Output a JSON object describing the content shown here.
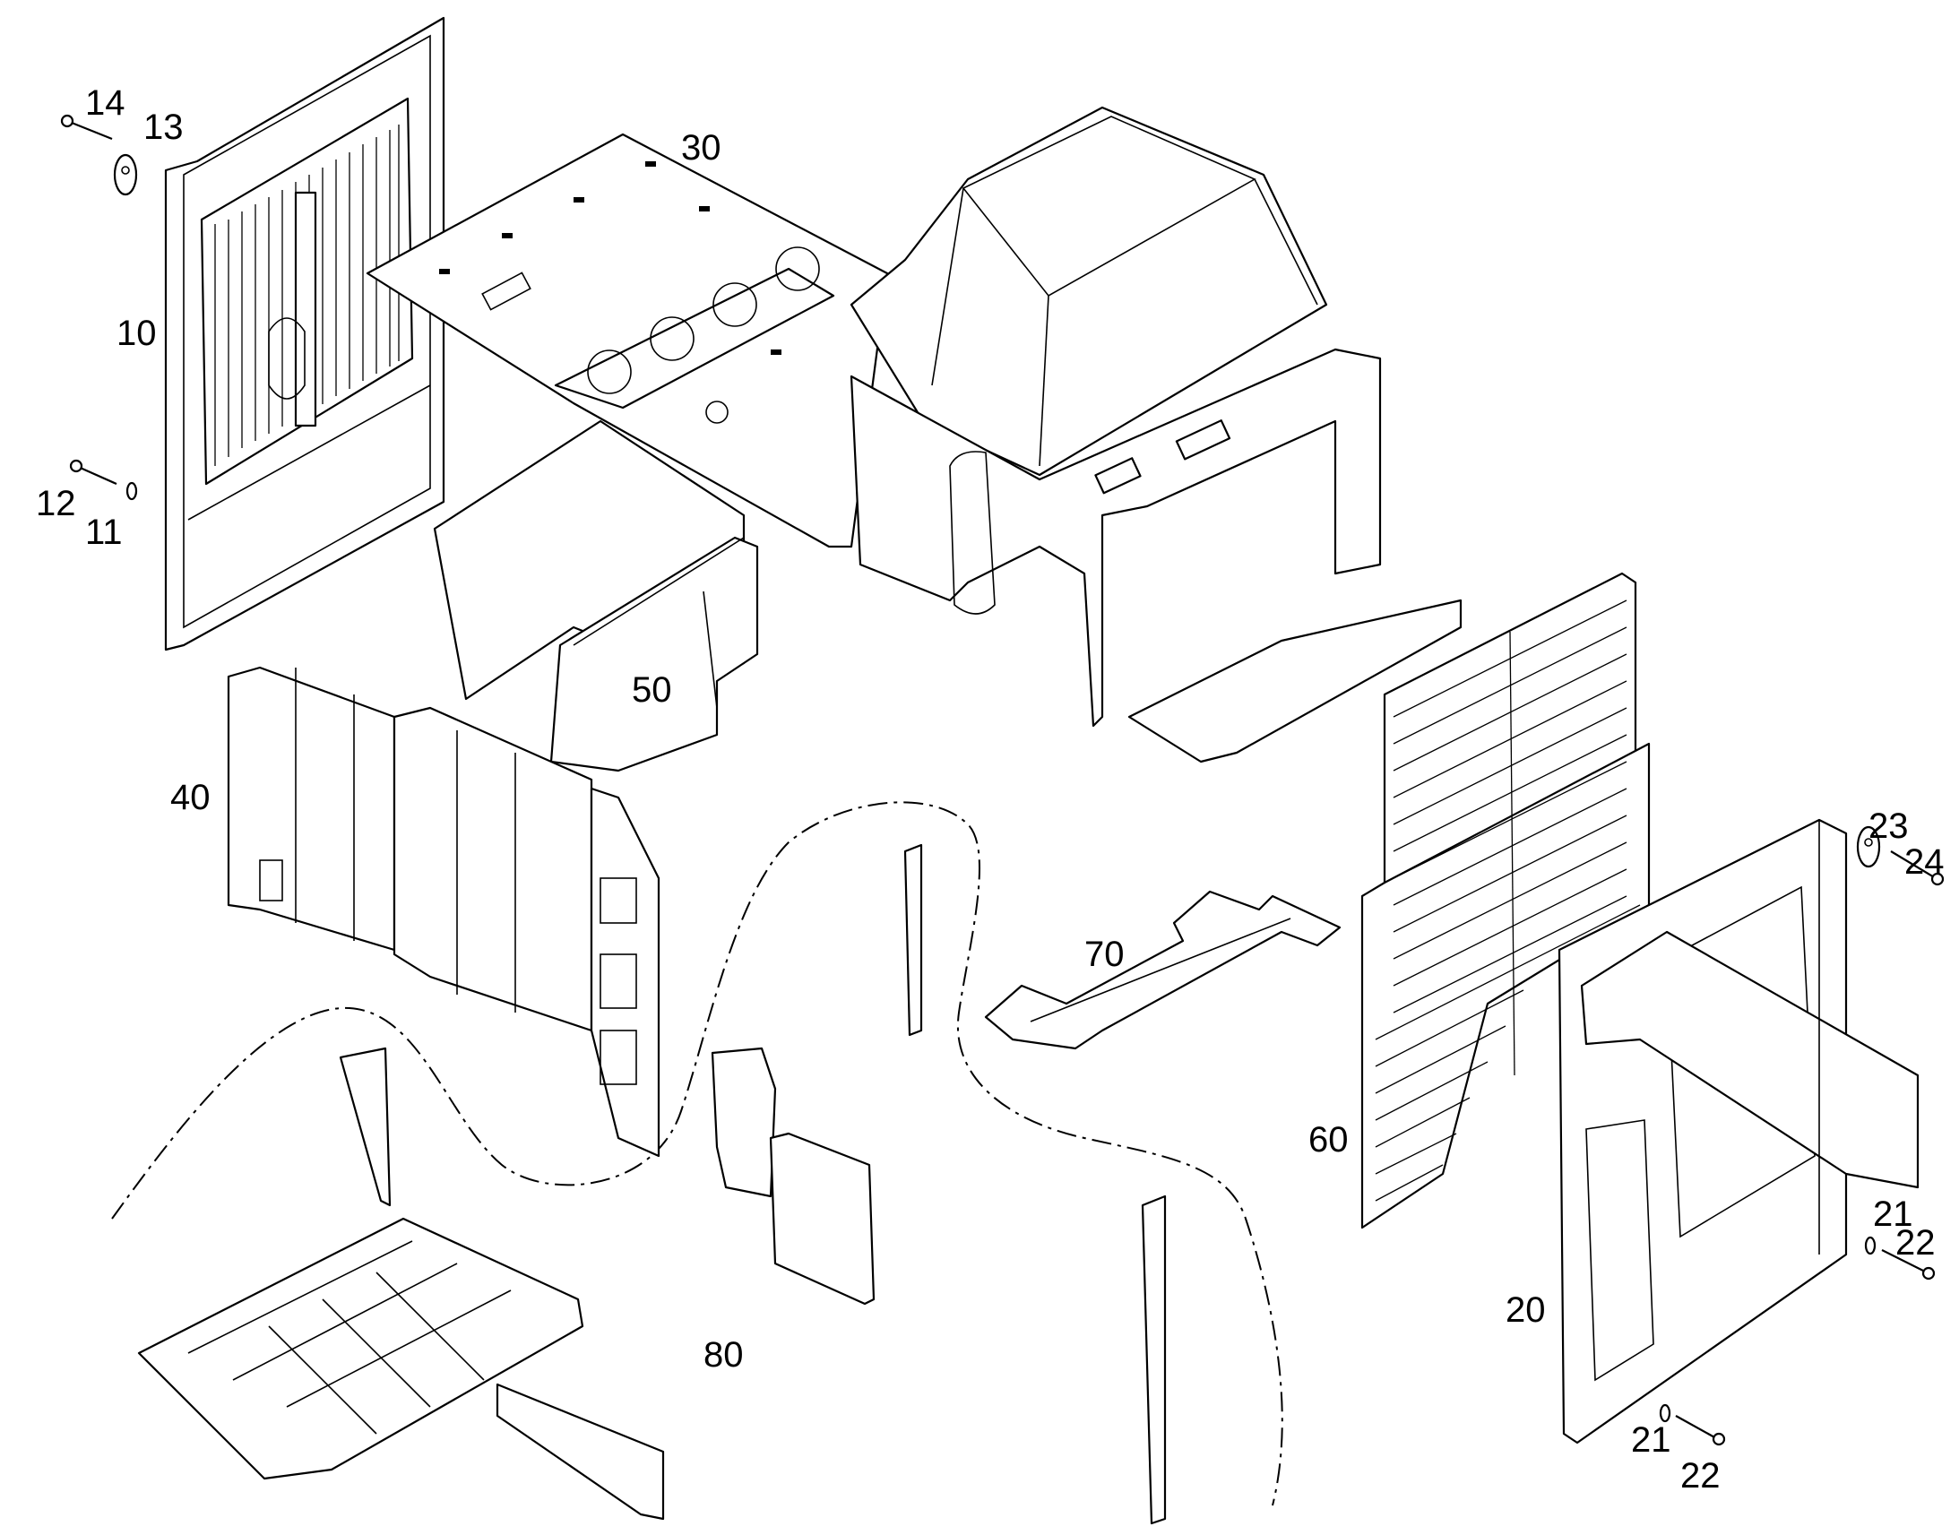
{
  "callouts": [
    "10",
    "11",
    "12",
    "13",
    "14",
    "20",
    "21",
    "22",
    "21",
    "22",
    "23",
    "24",
    "30",
    "40",
    "50",
    "60",
    "70",
    "80"
  ],
  "colors": {
    "line": "#000000",
    "background": "#ffffff"
  }
}
